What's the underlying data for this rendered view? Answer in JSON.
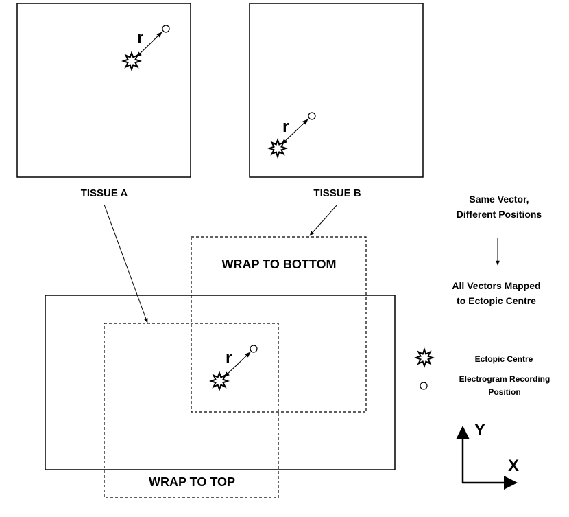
{
  "tissue_a": {
    "label": "TISSUE A",
    "vector_label": "r"
  },
  "tissue_b": {
    "label": "TISSUE B",
    "vector_label": "r"
  },
  "mapped": {
    "vector_label": "r",
    "wrap_bottom_label": "WRAP TO BOTTOM",
    "wrap_top_label": "WRAP TO TOP"
  },
  "notes": {
    "same_vector_line1": "Same Vector,",
    "same_vector_line2": "Different Positions",
    "all_vectors_line1": "All Vectors Mapped",
    "all_vectors_line2": "to Ectopic Centre"
  },
  "legend": {
    "ectopic_centre": "Ectopic Centre",
    "electrogram_line1": "Electrogram Recording",
    "electrogram_line2": "Position"
  },
  "axes": {
    "y_label": "Y",
    "x_label": "X"
  },
  "colors": {
    "ink": "#000000",
    "background": "#ffffff"
  },
  "icons": {
    "ectopic": "starburst-icon",
    "recording": "open-circle-icon"
  }
}
